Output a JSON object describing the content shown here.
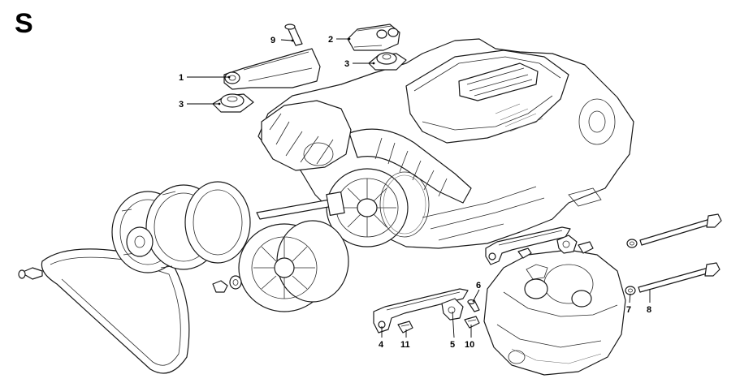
{
  "section_letter": "S",
  "callouts": [
    {
      "id": "c9",
      "text": "9"
    },
    {
      "id": "c2",
      "text": "2"
    },
    {
      "id": "c3a",
      "text": "3"
    },
    {
      "id": "c1",
      "text": "1"
    },
    {
      "id": "c3b",
      "text": "3"
    },
    {
      "id": "c6",
      "text": "6"
    },
    {
      "id": "c4",
      "text": "4"
    },
    {
      "id": "c11",
      "text": "11"
    },
    {
      "id": "c5",
      "text": "5"
    },
    {
      "id": "c10",
      "text": "10"
    },
    {
      "id": "c7",
      "text": "7"
    },
    {
      "id": "c8",
      "text": "8"
    }
  ]
}
